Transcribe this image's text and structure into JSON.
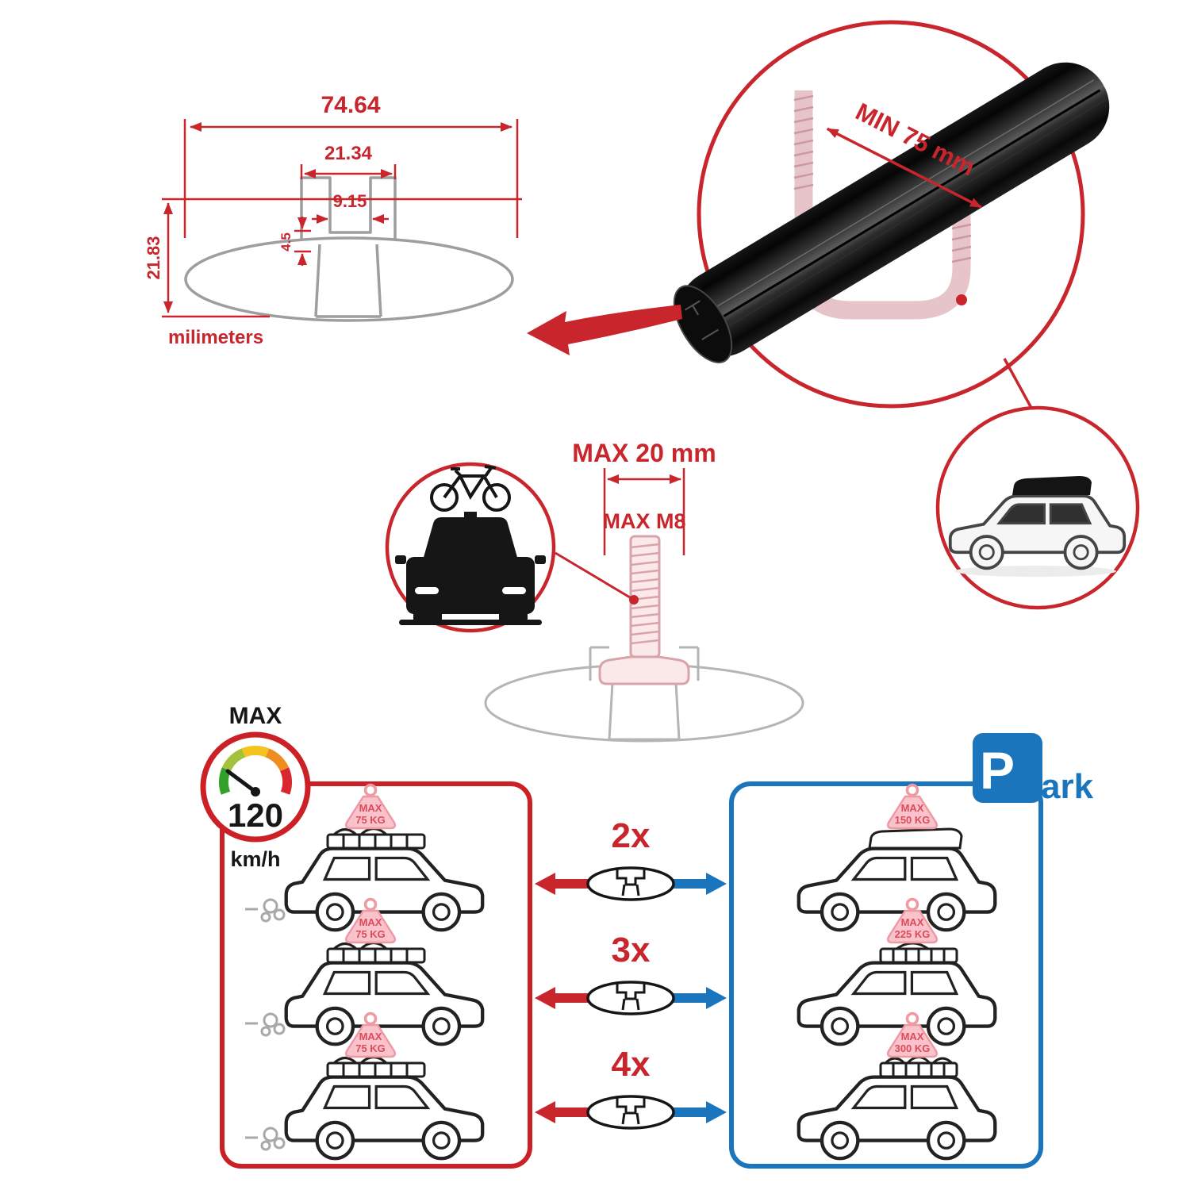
{
  "palette": {
    "red": "#c9252c",
    "blue": "#1b75bc",
    "gray": "#9e9e9e",
    "pink": "#d8a3aa",
    "dark": "#161616"
  },
  "dimension_diagram": {
    "total_width": "74.64",
    "channel_width": "21.34",
    "slot_width": "9.15",
    "slot_depth": "4.5",
    "total_height": "21.83",
    "units_label": "milimeters"
  },
  "bar_closeup": {
    "min_span_label": "MIN 75 mm"
  },
  "bolt_diagram": {
    "max_width_label": "MAX 20 mm",
    "max_thread_label": "MAX M8"
  },
  "speed_gauge": {
    "max_label": "MAX",
    "speed_value": "120",
    "speed_unit": "km/h"
  },
  "bar_counts": [
    {
      "label": "2x"
    },
    {
      "label": "3x"
    },
    {
      "label": "4x"
    }
  ],
  "driving_panel": {
    "cars": [
      {
        "tag_line1": "MAX",
        "tag_line2": "75 KG"
      },
      {
        "tag_line1": "MAX",
        "tag_line2": "75 KG"
      },
      {
        "tag_line1": "MAX",
        "tag_line2": "75 KG"
      }
    ]
  },
  "parking_panel": {
    "sign_letter": "P",
    "sign_suffix": "ark",
    "cars": [
      {
        "tag_line1": "MAX",
        "tag_line2": "150 KG"
      },
      {
        "tag_line1": "MAX",
        "tag_line2": "225 KG"
      },
      {
        "tag_line1": "MAX",
        "tag_line2": "300 KG"
      }
    ]
  }
}
